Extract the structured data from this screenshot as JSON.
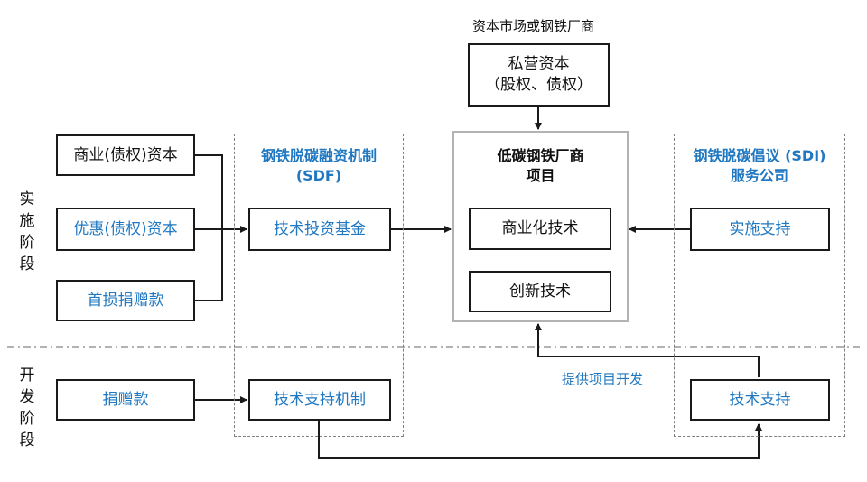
{
  "top_caption": "资本市场或钢铁厂商",
  "private_capital": {
    "line1": "私营资本",
    "line2": "（股权、债权）"
  },
  "stages": {
    "implementation": "实施阶段",
    "development": "开发阶段"
  },
  "sources": {
    "commercial": "商业(债权)资本",
    "concessional": "优惠(债权)资本",
    "first_loss": "首损捐赠款",
    "donation": "捐赠款"
  },
  "sdf": {
    "title_line1": "钢铁脱碳融资机制",
    "title_line2": "(SDF)",
    "fund": "技术投资基金",
    "support_mechanism": "技术支持机制"
  },
  "project": {
    "title_line1": "低碳钢铁厂商",
    "title_line2": "项目",
    "commercial_tech": "商业化技术",
    "innovative_tech": "创新技术"
  },
  "sdi": {
    "title_line1": "钢铁脱碳倡议 (SDI)",
    "title_line2": "服务公司",
    "implementation_support": "实施支持",
    "technical_support": "技术支持"
  },
  "project_dev_label": "提供项目开发",
  "colors": {
    "accent_blue": "#1f78c1",
    "box_border": "#1a1a1a",
    "dashed_border": "#7f7f7f"
  }
}
